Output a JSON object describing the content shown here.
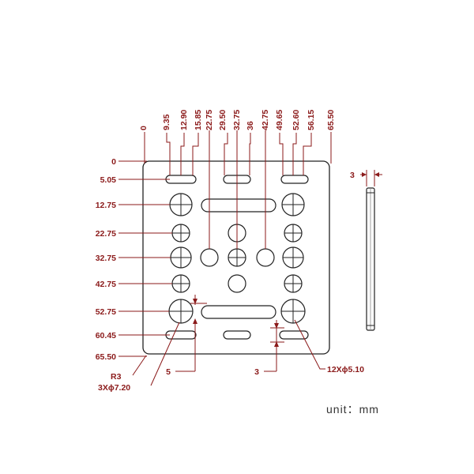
{
  "colors": {
    "dimension": "#8b1a1a",
    "outline": "#222222",
    "background": "#ffffff"
  },
  "labels": {
    "top_dims": [
      "0",
      "9.35",
      "12.90",
      "15.85",
      "22.75",
      "29.50",
      "32.75",
      "36",
      "42.75",
      "49.65",
      "52.60",
      "56.15",
      "65.50"
    ],
    "left_dims": [
      "0",
      "5.05",
      "12.75",
      "22.75",
      "32.75",
      "42.75",
      "52.75",
      "60.45",
      "65.50"
    ],
    "thickness": "3",
    "slot_width_left": "5",
    "slot_width_right": "3",
    "small_holes": "12Xϕ5.10",
    "corner_radius": "R3",
    "large_holes": "3Xϕ7.20",
    "unit": "unit：mm"
  },
  "icons": {
    "large_hole": "crosshair-circle-icon",
    "small_hole": "circle-icon",
    "slot": "rounded-slot-icon"
  }
}
